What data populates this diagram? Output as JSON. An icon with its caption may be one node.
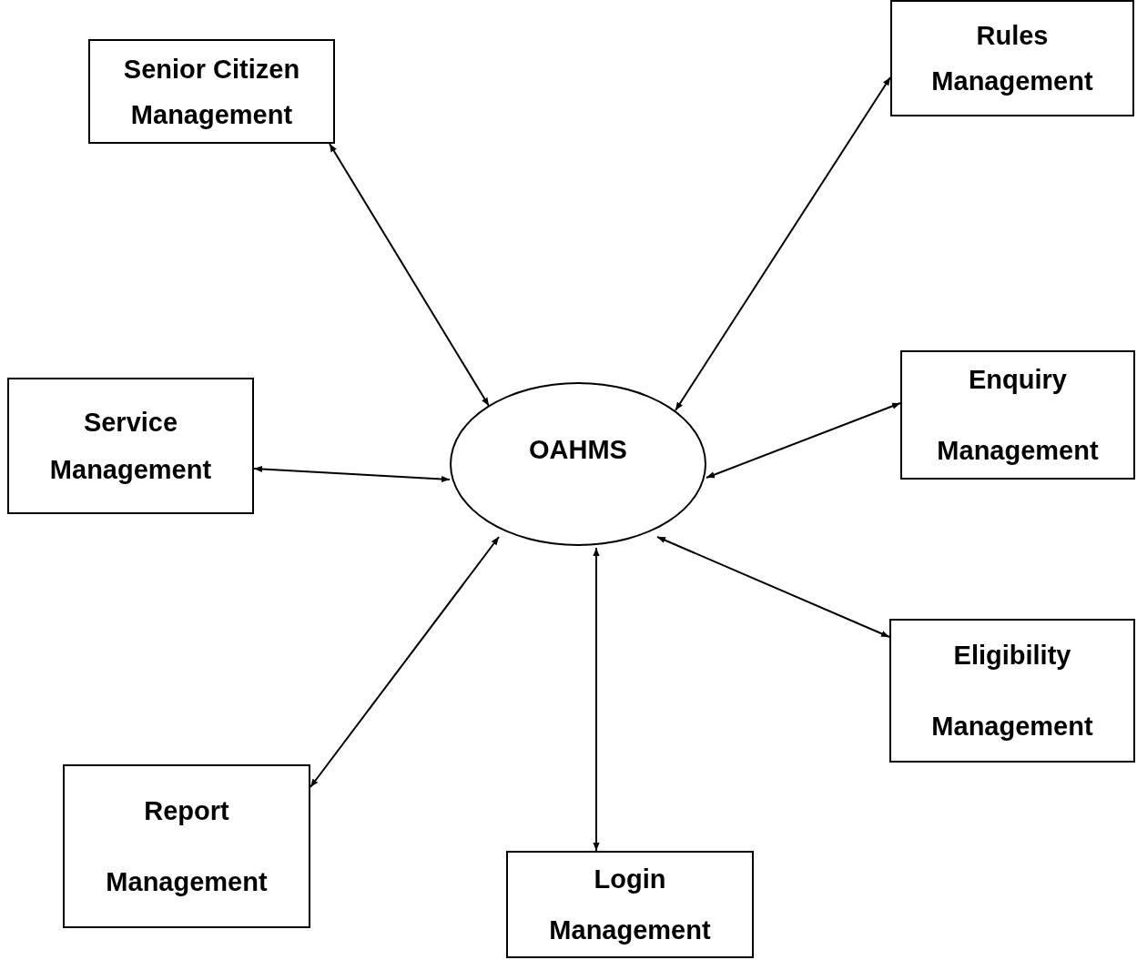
{
  "diagram": {
    "nodes": [
      {
        "text": [
          "OAHMS"
        ]
      },
      {
        "text": [
          "Senior Citizen Management"
        ]
      },
      {
        "text": [
          "Rules Management"
        ]
      },
      {
        "text": [
          "Service Management"
        ]
      },
      {
        "text": [
          "Enquiry Management"
        ]
      },
      {
        "text": [
          "Eligibility Management"
        ]
      },
      {
        "text": [
          "Report Management"
        ]
      },
      {
        "text": [
          "Login Management"
        ]
      }
    ],
    "edges": [
      {
        "from": 0,
        "to": 1,
        "arrow": "both"
      },
      {
        "from": 0,
        "to": 2,
        "arrow": "both"
      },
      {
        "from": 0,
        "to": 3,
        "arrow": "both"
      },
      {
        "from": 0,
        "to": 4,
        "arrow": "both"
      },
      {
        "from": 0,
        "to": 5,
        "arrow": "both"
      },
      {
        "from": 0,
        "to": 6,
        "arrow": "both"
      },
      {
        "from": 0,
        "to": 7,
        "arrow": "both"
      }
    ]
  }
}
